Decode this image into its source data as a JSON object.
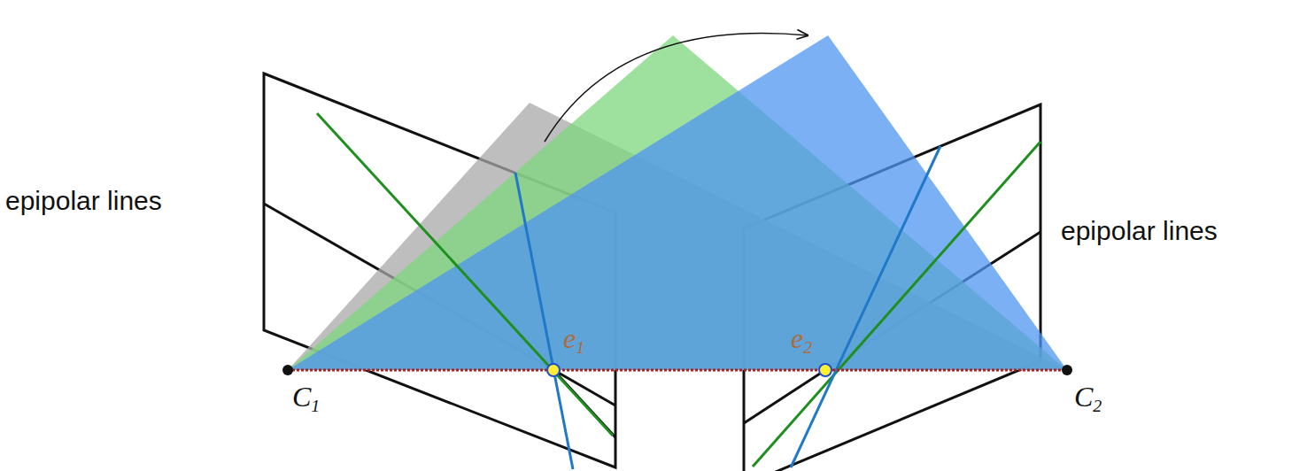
{
  "diagram": {
    "labels": [
      "epipolar lines",
      "epipolar lines",
      "e1",
      "e2",
      "C1",
      "C2"
    ]
  }
}
